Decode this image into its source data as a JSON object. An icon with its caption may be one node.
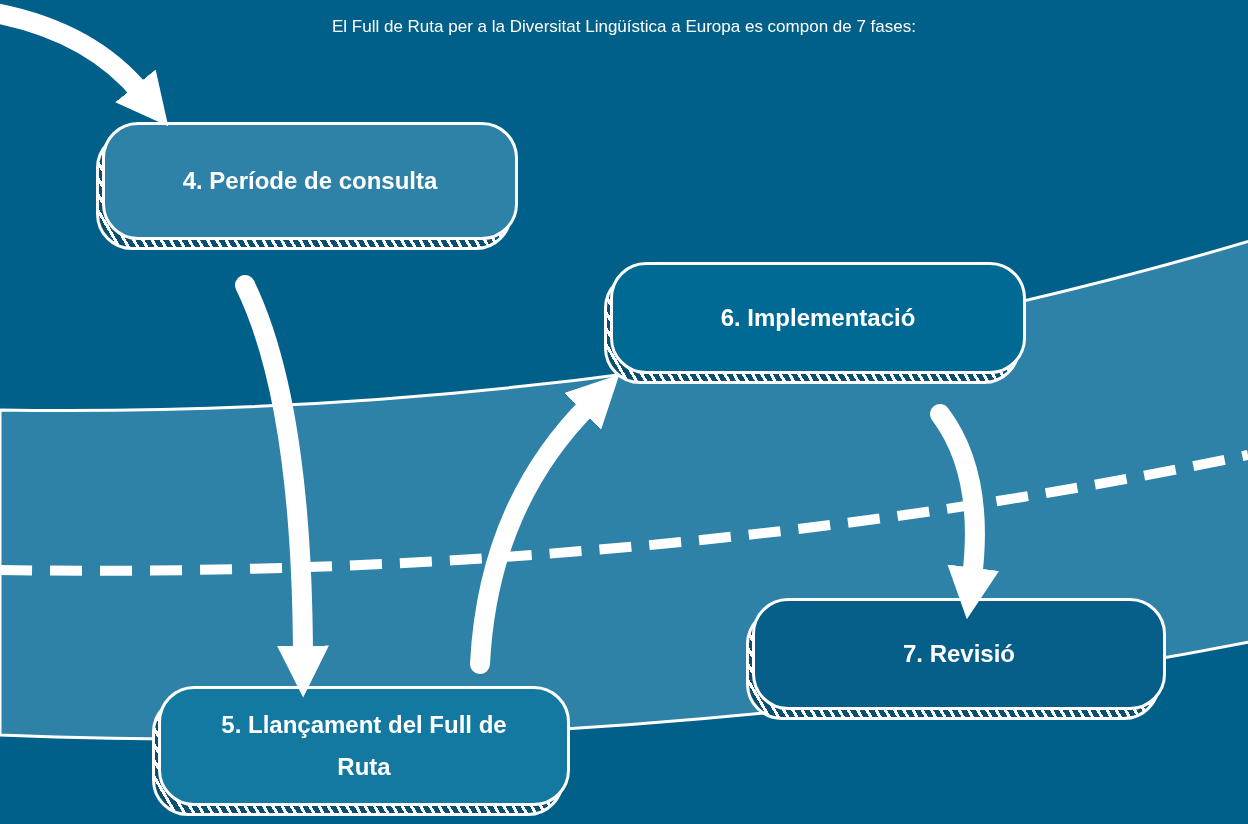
{
  "diagram": {
    "title": "El Full de Ruta per a la Diversitat Lingüística a Europa es compon de 7 fases:",
    "nodes": [
      {
        "text": [
          "4. Període de consulta"
        ]
      },
      {
        "text": [
          "6. Implementació"
        ]
      },
      {
        "text": [
          "7. Revisió"
        ]
      },
      {
        "text": [
          "5. Llançament del Full de Ruta"
        ]
      }
    ],
    "edges": [
      {
        "from": null,
        "to": 0,
        "arrow": "to"
      },
      {
        "from": 0,
        "to": 3,
        "arrow": "to"
      },
      {
        "from": 3,
        "to": 1,
        "arrow": "to"
      },
      {
        "from": 1,
        "to": 2,
        "arrow": "to"
      }
    ]
  }
}
